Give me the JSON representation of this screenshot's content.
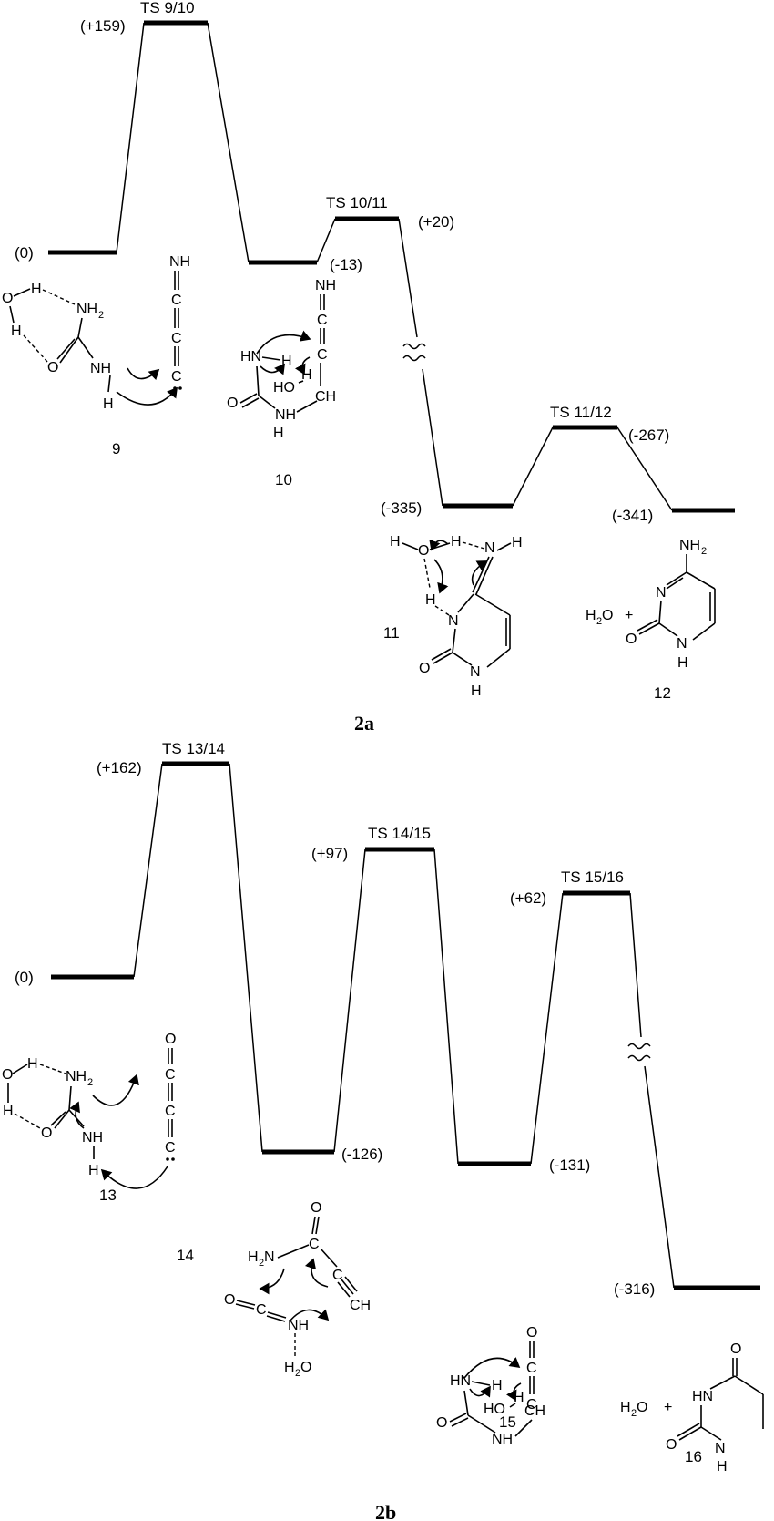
{
  "diagram_a": {
    "figure_label": "2a",
    "energy_labels": {
      "start": "(0)",
      "ts9_10": "(+159)",
      "int10": "(-13)",
      "ts10_11": "(+20)",
      "int11": "(-335)",
      "ts11_12": "(-267)",
      "int12": "(-341)"
    },
    "ts_labels": {
      "ts9_10": "TS 9/10",
      "ts10_11": "TS 10/11",
      "ts11_12": "TS 11/12"
    },
    "species": {
      "s9": "9",
      "s10": "10",
      "s11": "11",
      "s12": "12"
    },
    "water": "H2O",
    "plus": "+"
  },
  "diagram_b": {
    "figure_label": "2b",
    "energy_labels": {
      "start": "(0)",
      "ts13_14": "(+162)",
      "ts14_15": "(+97)",
      "ts15_16": "(+62)",
      "int14": "(-126)",
      "int15": "(-131)",
      "int16": "(-316)"
    },
    "ts_labels": {
      "ts13_14": "TS 13/14",
      "ts14_15": "TS 14/15",
      "ts15_16": "TS 15/16"
    },
    "species": {
      "s13": "13",
      "s14": "14",
      "s15": "15",
      "s16": "16"
    },
    "water": "H2O",
    "plus": "+"
  }
}
